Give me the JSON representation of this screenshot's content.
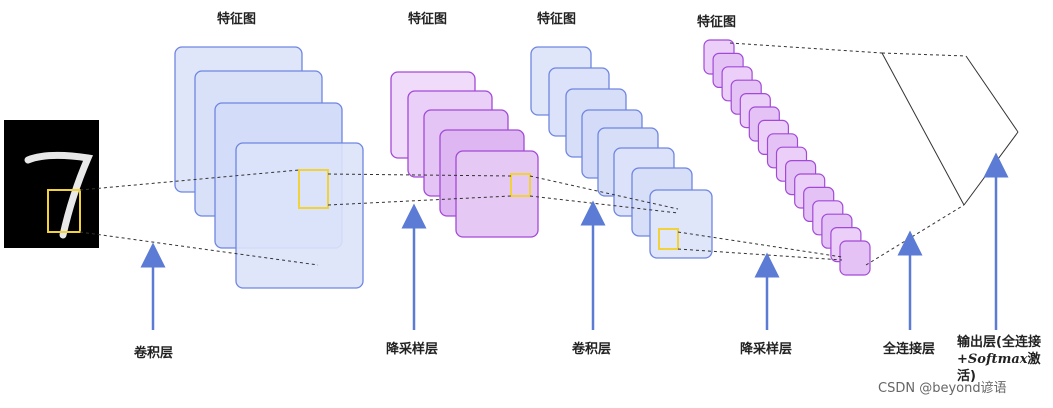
{
  "titles": {
    "fm1": "特征图",
    "fm2": "特征图",
    "fm3": "特征图",
    "fm4": "特征图"
  },
  "layers": {
    "conv1": "卷积层",
    "pool1": "降采样层",
    "conv2": "卷积层",
    "pool2": "降采样层",
    "fc": "全连接层",
    "output_line1": "输出层(全连接",
    "output_plus": "+",
    "output_softmax": "Softmax",
    "output_rest": "激活)"
  },
  "input": {
    "digit": "7"
  },
  "watermark": "CSDN @beyond谚语",
  "colors": {
    "blue_fill": "#dfe6fa",
    "blue_stroke": "#6f86e0",
    "purple_fill": "#e6c8f5",
    "purple_stroke": "#a24ad6",
    "highlight": "#f2d23a",
    "arrow": "#5b7bd5"
  }
}
